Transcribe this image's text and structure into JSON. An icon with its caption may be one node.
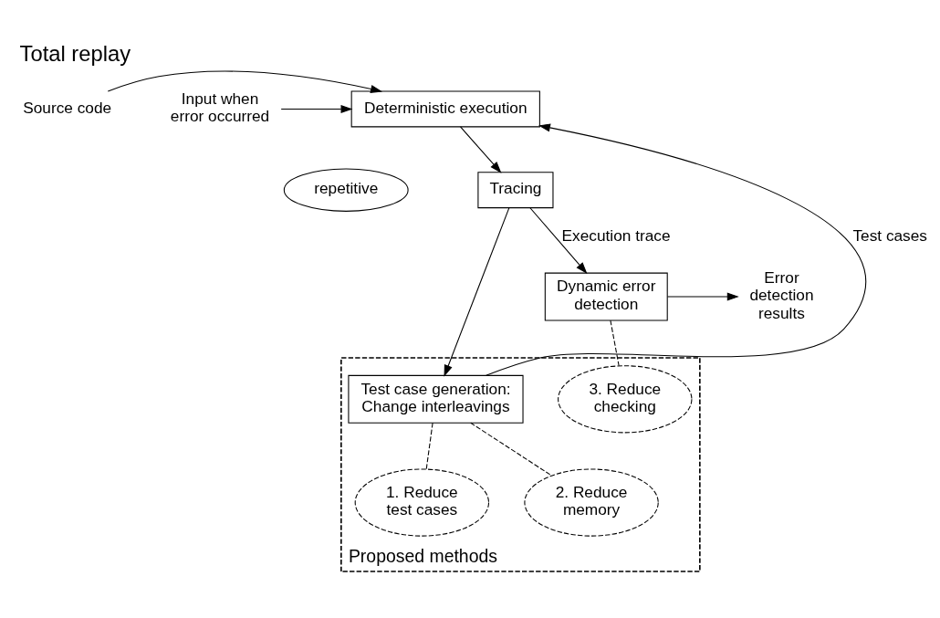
{
  "diagram": {
    "title": "Total replay",
    "nodes": [
      {
        "text": [
          "Source code"
        ]
      },
      {
        "text": [
          "Input when error occurred"
        ]
      },
      {
        "text": [
          "Deterministic execution"
        ]
      },
      {
        "text": [
          "repetitive"
        ]
      },
      {
        "text": [
          "Tracing"
        ]
      },
      {
        "text": [
          "Proposed methods"
        ]
      },
      {
        "text": [
          "Test case generation: Change interleavings"
        ],
        "in": 5
      },
      {
        "text": [
          "Dynamic error detection"
        ]
      },
      {
        "text": [
          "1. Reduce test cases"
        ],
        "in": 5
      },
      {
        "text": [
          "2. Reduce memory"
        ],
        "in": 5
      },
      {
        "text": [
          "3. Reduce checking"
        ],
        "in": 5
      },
      {
        "text": [
          "Error detection results"
        ]
      }
    ],
    "edges": [
      {
        "from": 0,
        "to": 2,
        "arrow": "to"
      },
      {
        "from": 1,
        "to": 2,
        "arrow": "to"
      },
      {
        "from": 2,
        "to": 4,
        "arrow": "to"
      },
      {
        "from": 4,
        "to": 7,
        "arrow": "to",
        "label": "Execution trace"
      },
      {
        "from": 4,
        "to": 6,
        "arrow": "to"
      },
      {
        "from": 6,
        "to": 2,
        "arrow": "to",
        "label": "Test cases"
      },
      {
        "from": 7,
        "to": 11,
        "arrow": "to"
      },
      {
        "from": 6,
        "to": 8,
        "arrow": "none",
        "style": "dashed"
      },
      {
        "from": 6,
        "to": 9,
        "arrow": "none",
        "style": "dashed"
      },
      {
        "from": 7,
        "to": 10,
        "arrow": "none",
        "style": "dashed"
      }
    ]
  }
}
